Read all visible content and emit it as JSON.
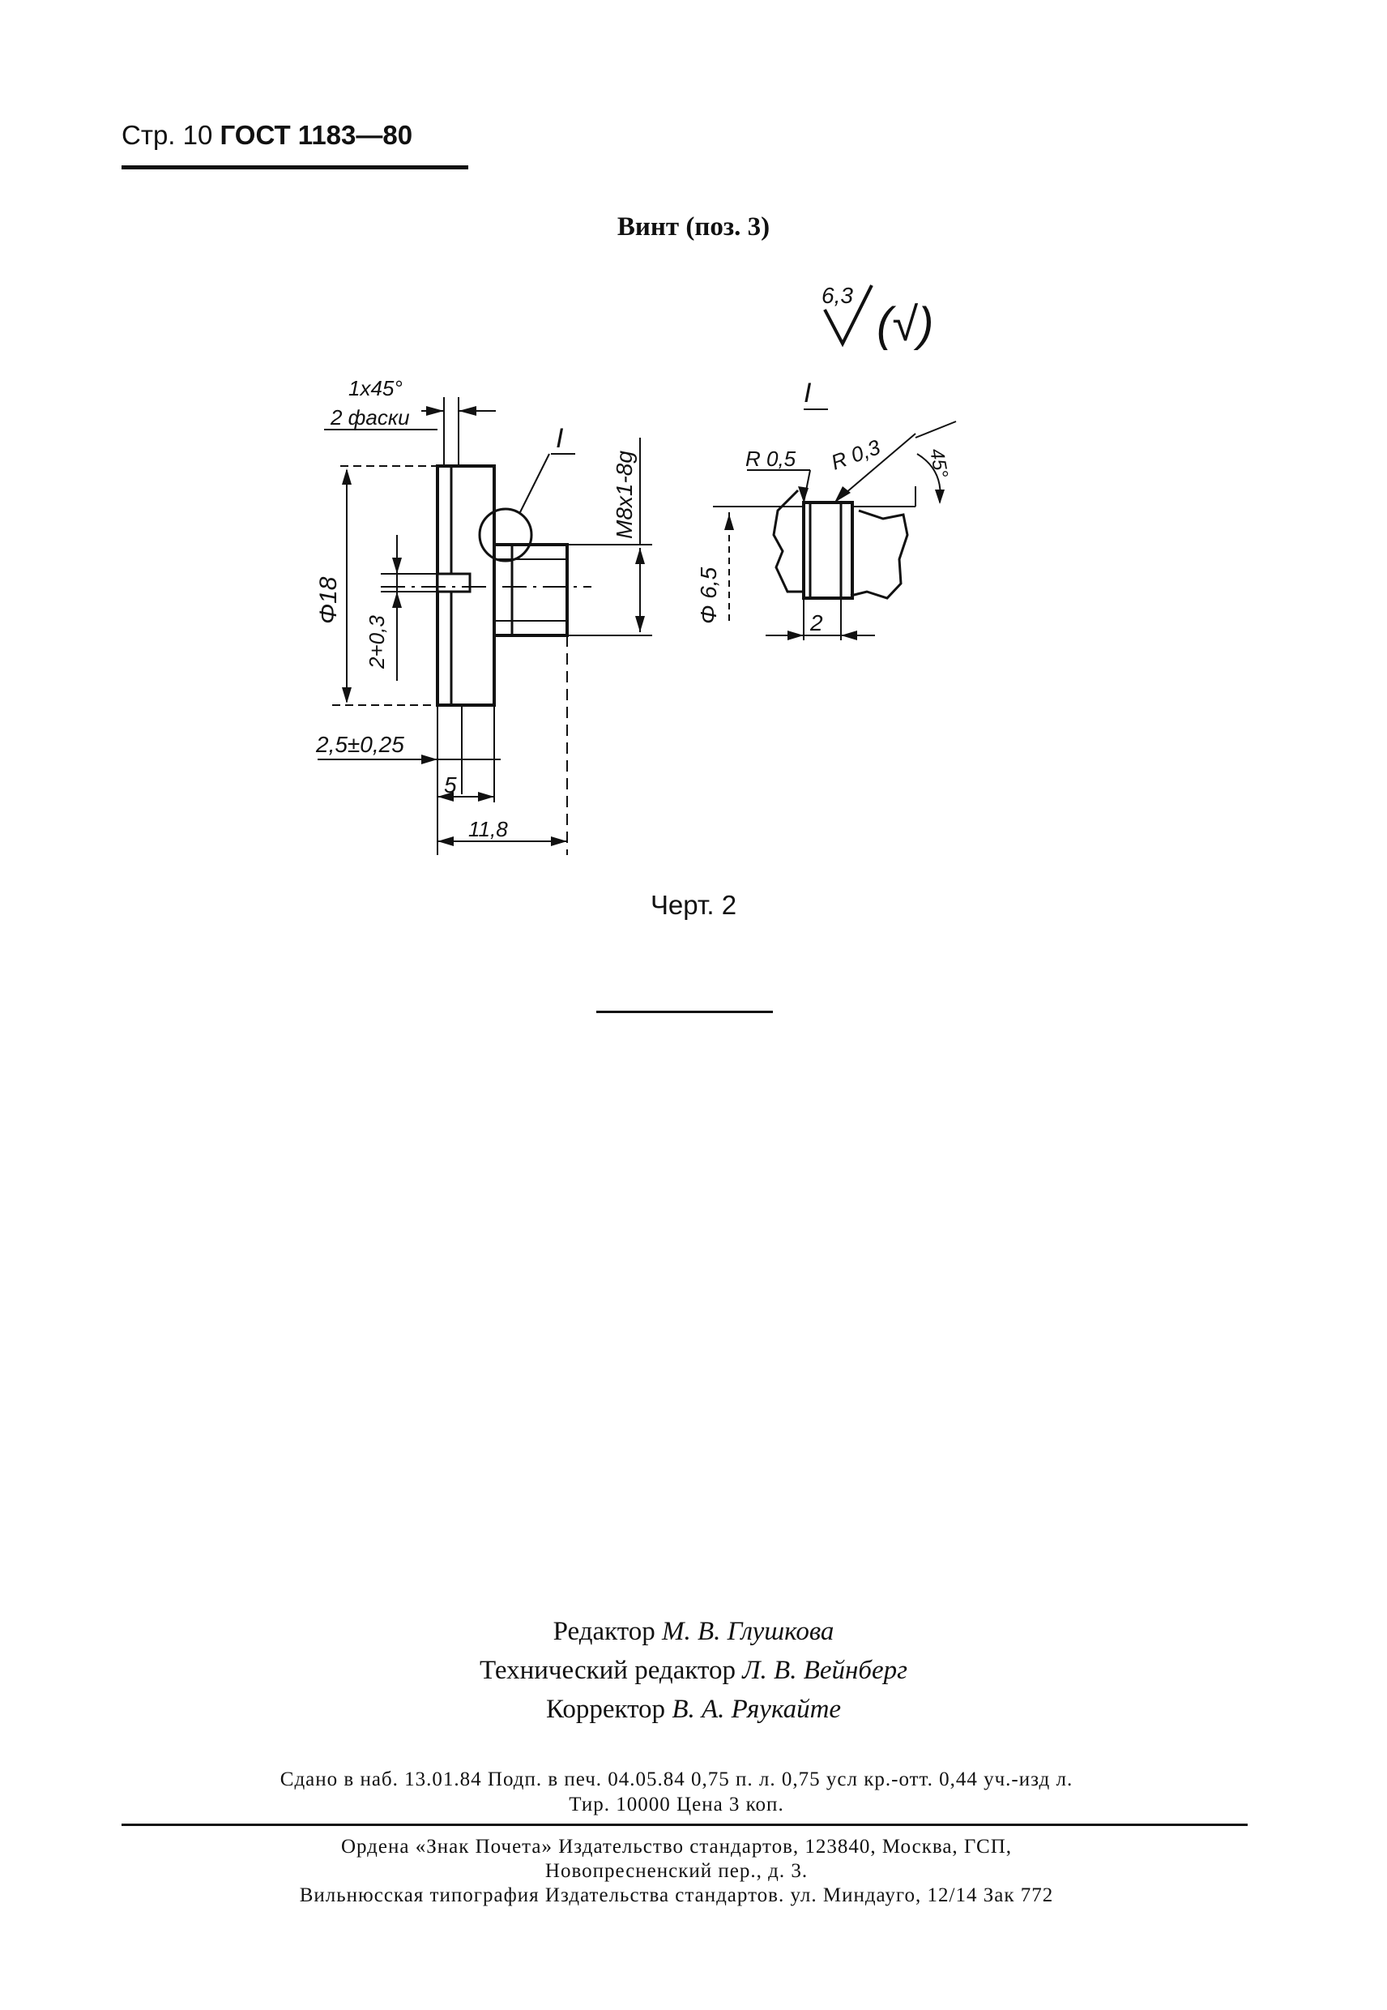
{
  "header": {
    "page_label": "Стр. 10",
    "standard": "ГОСТ 1183—80"
  },
  "figure": {
    "title": "Винт (поз. 3)",
    "roughness": "6,3",
    "roughness_paren": "(√)",
    "detail_marker": "I",
    "dims": {
      "chamfer_top": "1x45°",
      "chamfer_bottom": "2 фаски",
      "thread": "M8x1-8g",
      "dia18": "Φ18",
      "slot": "2+0,3",
      "slot_depth": "2,5±0,25",
      "len5": "5",
      "len118": "11,8",
      "r05": "R 0,5",
      "r03": "R 0,3",
      "angle45": "45°",
      "dia65": "Φ 6,5",
      "len2": "2"
    },
    "caption": "Черт. 2"
  },
  "credits": [
    {
      "role": "Редактор",
      "name": "М. В. Глушкова"
    },
    {
      "role": "Технический редактор",
      "name": "Л. В. Вейнберг"
    },
    {
      "role": "Корректор",
      "name": "В. А. Ряукайте"
    }
  ],
  "imprint": {
    "line1": "Сдано в наб. 13.01.84 Подп. в печ. 04.05.84 0,75 п. л. 0,75 усл кр.-отт. 0,44 уч.-изд л.",
    "line2": "Тир. 10000 Цена 3 коп."
  },
  "publisher": {
    "line1": "Ордена «Знак Почета» Издательство стандартов, 123840, Москва, ГСП,",
    "line2": "Новопресненский пер., д. 3.",
    "line3": "Вильнюсская типография Издательства стандартов. ул. Миндауго, 12/14 Зак 772"
  }
}
